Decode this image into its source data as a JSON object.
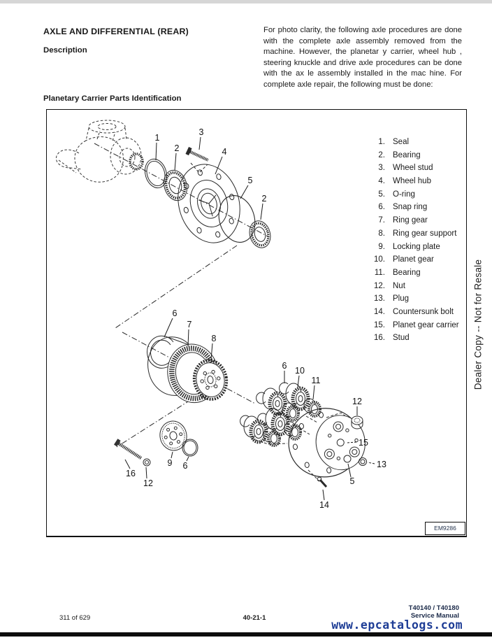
{
  "header": {
    "title": "AXLE AND DIFFERENTIAL (REAR)",
    "section": "Description"
  },
  "intro": "For photo clarity, the following axle procedures are done with the complete axle assembly removed from the machine. However, the planetar y carrier, wheel hub , steering knuckle and drive axle procedures can be done with the ax le assembly installed in the mac hine. For complete axle repair, the following must be done:",
  "figure": {
    "caption": "Planetary Carrier Parts Identification",
    "code": "EM9286",
    "callouts": [
      "1",
      "2",
      "3",
      "4",
      "5",
      "2",
      "6",
      "7",
      "8",
      "6",
      "10",
      "11",
      "12",
      "15",
      "13",
      "5",
      "9",
      "6",
      "16",
      "12",
      "14"
    ],
    "parts": [
      {
        "num": "1.",
        "name": "Seal"
      },
      {
        "num": "2.",
        "name": "Bearing"
      },
      {
        "num": "3.",
        "name": "Wheel stud"
      },
      {
        "num": "4.",
        "name": "Wheel hub"
      },
      {
        "num": "5.",
        "name": "O-ring"
      },
      {
        "num": "6.",
        "name": "Snap ring"
      },
      {
        "num": "7.",
        "name": "Ring gear"
      },
      {
        "num": "8.",
        "name": "Ring gear support"
      },
      {
        "num": "9.",
        "name": "Locking plate"
      },
      {
        "num": "10.",
        "name": "Planet gear"
      },
      {
        "num": "11.",
        "name": "Bearing"
      },
      {
        "num": "12.",
        "name": "Nut"
      },
      {
        "num": "13.",
        "name": "Plug"
      },
      {
        "num": "14.",
        "name": "Countersunk bolt"
      },
      {
        "num": "15.",
        "name": "Planet gear carrier"
      },
      {
        "num": "16.",
        "name": "Stud"
      }
    ]
  },
  "watermark": "Dealer Copy -- Not for Resale",
  "footer": {
    "page": "311 of 629",
    "section": "40-21-1",
    "model": "T40140 / T40180",
    "manual": "Service Manual",
    "site": "www.epcatalogs.com"
  }
}
